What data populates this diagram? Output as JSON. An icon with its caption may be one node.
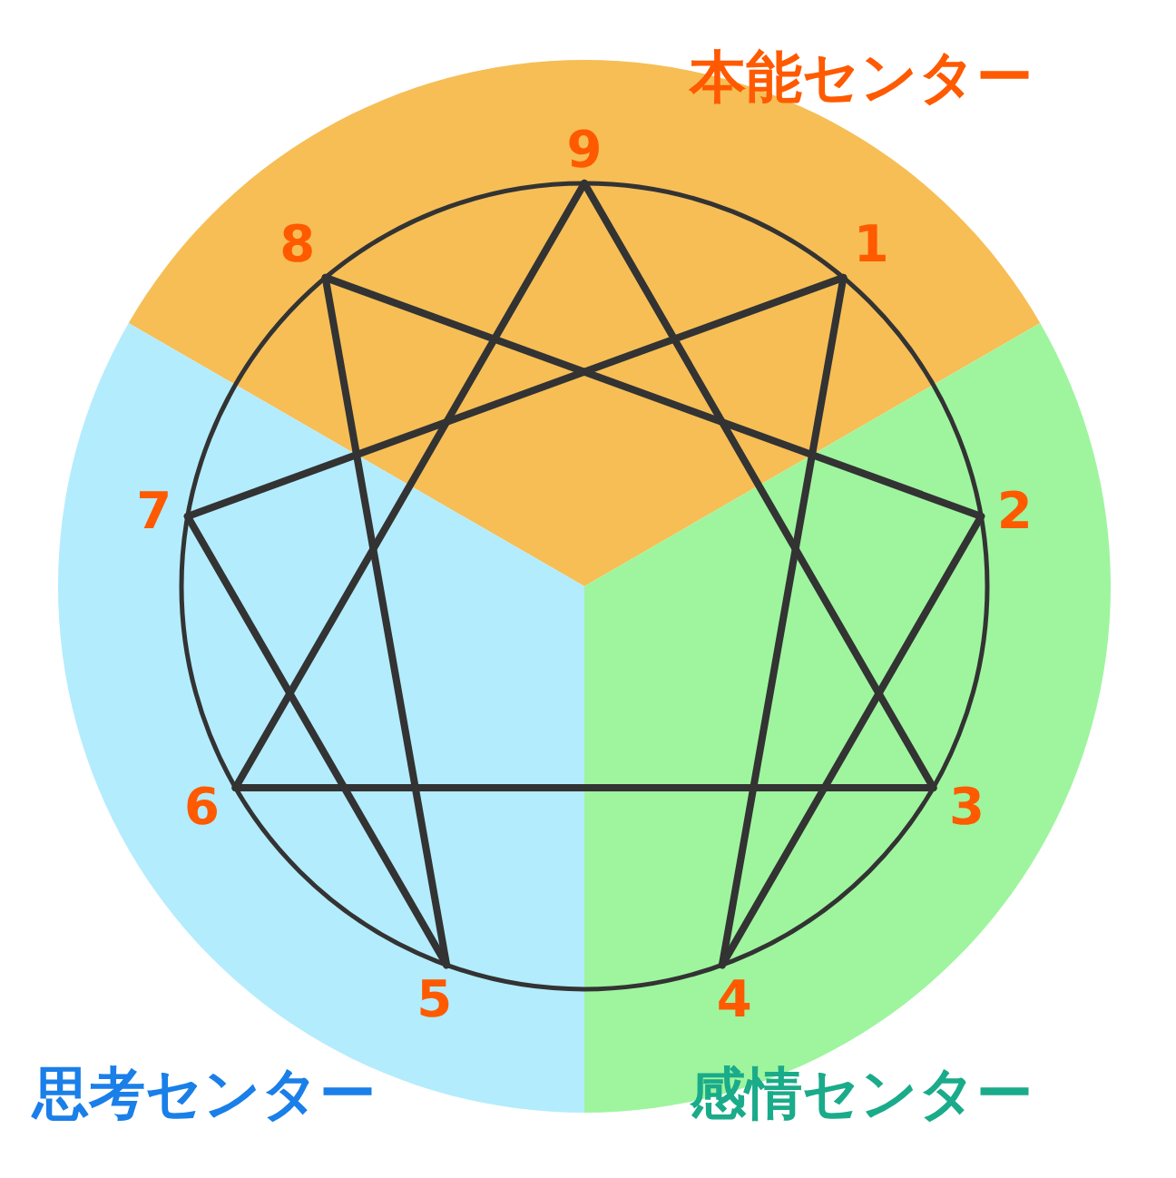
{
  "diagram": {
    "nodes": [
      {
        "text": [
          "9"
        ]
      },
      {
        "text": [
          "8"
        ]
      },
      {
        "text": [
          "1"
        ]
      },
      {
        "text": [
          "7"
        ]
      },
      {
        "text": [
          "2"
        ]
      },
      {
        "text": [
          "6"
        ]
      },
      {
        "text": [
          "3"
        ]
      },
      {
        "text": [
          "5"
        ]
      },
      {
        "text": [
          "4"
        ]
      }
    ],
    "edges": [
      {
        "from": 0,
        "to": 6,
        "arrow": "none"
      },
      {
        "from": 6,
        "to": 5,
        "arrow": "none"
      },
      {
        "from": 5,
        "to": 0,
        "arrow": "none"
      },
      {
        "from": 2,
        "to": 8,
        "arrow": "none"
      },
      {
        "from": 8,
        "to": 4,
        "arrow": "none"
      },
      {
        "from": 4,
        "to": 1,
        "arrow": "none"
      },
      {
        "from": 1,
        "to": 7,
        "arrow": "none"
      },
      {
        "from": 7,
        "to": 3,
        "arrow": "none"
      },
      {
        "from": 3,
        "to": 2,
        "arrow": "none"
      }
    ],
    "labels": [
      "本能センター",
      "思考センター",
      "感情センター"
    ]
  }
}
